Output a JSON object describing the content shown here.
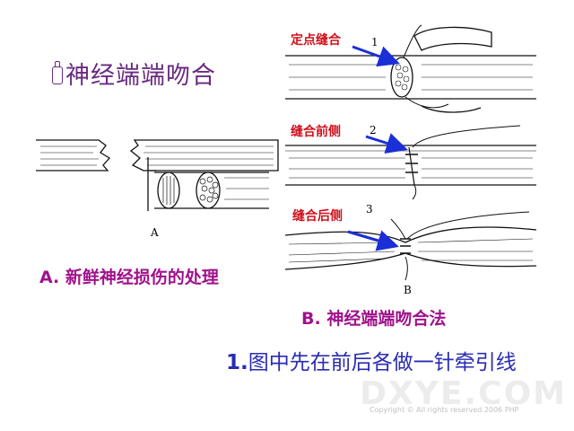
{
  "slide": {
    "title": "神经端端吻合",
    "labels": {
      "fixed_point_suture": "定点缝合",
      "suture_front": "缝合前侧",
      "suture_back": "缝合后侧"
    },
    "figure_numbers": [
      "1",
      "2",
      "3"
    ],
    "figure_letters": {
      "a": "A",
      "b": "B"
    },
    "caption_a": "A. 新鲜神经损伤的处理",
    "caption_b": "B. 神经端端吻合法",
    "note_number": "1.",
    "note_text": "图中先在前后各做一针牵引线",
    "watermark": "DXYE.COM",
    "copyright": "Copyright © All rights reserved 2006 PHP"
  },
  "colors": {
    "title": "#6a2a80",
    "labels": "#d0101a",
    "captions": "#a0128c",
    "note": "#2a2cb0",
    "arrows": "#1a2fd8"
  }
}
